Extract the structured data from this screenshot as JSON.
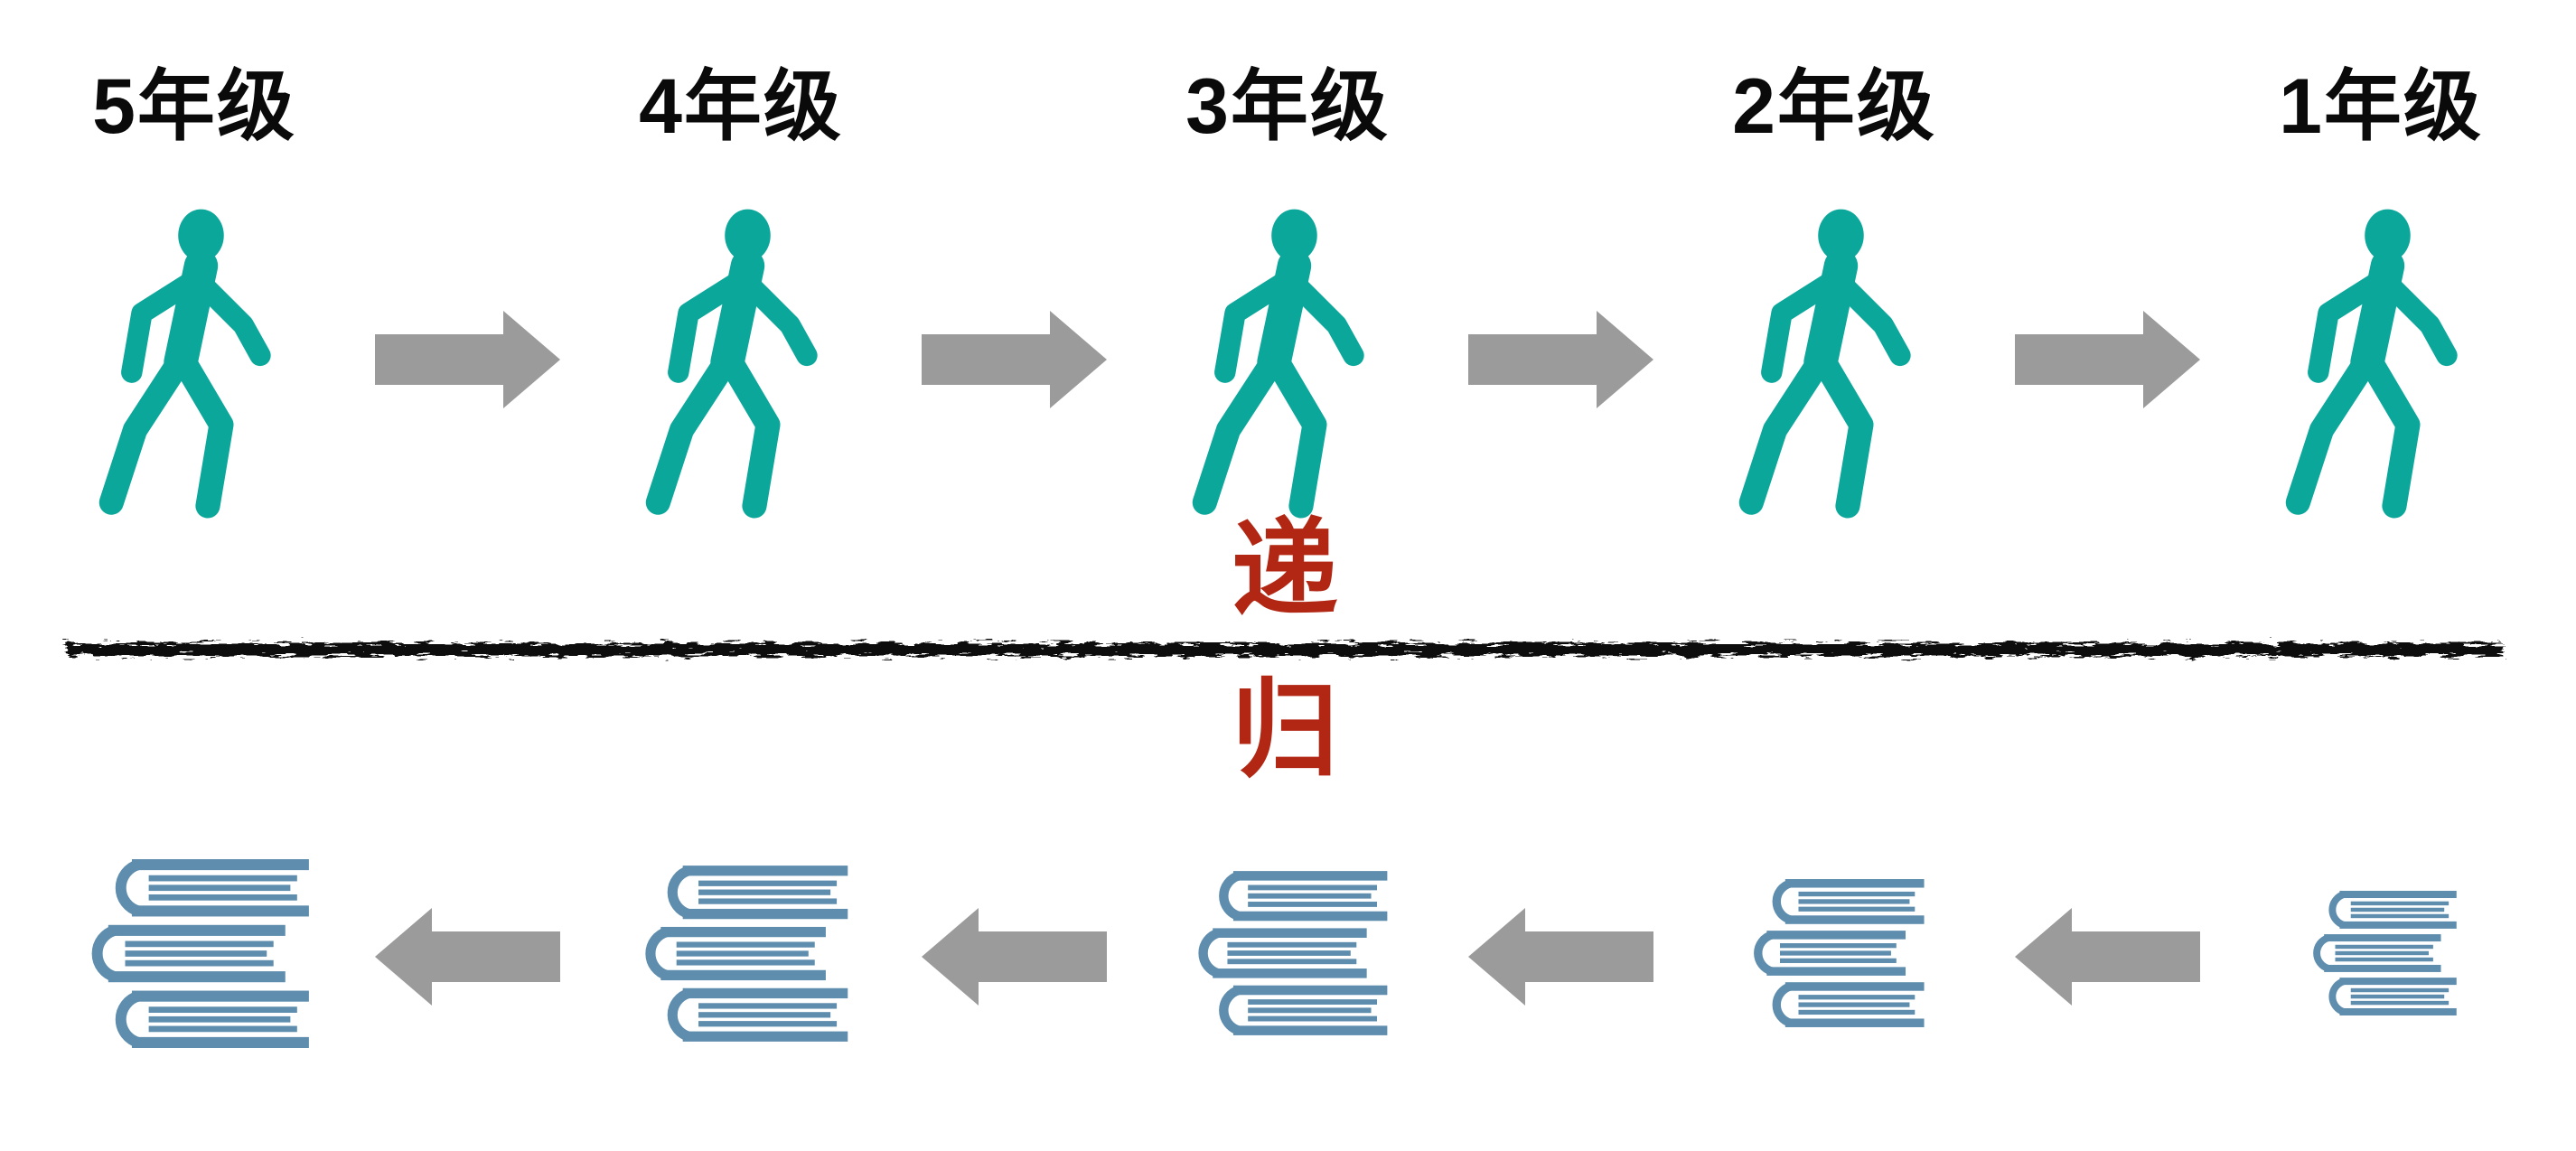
{
  "diagram": {
    "top_row": {
      "arrow_direction": "right",
      "items": [
        {
          "label": "5年级"
        },
        {
          "label": "4年级"
        },
        {
          "label": "3年级"
        },
        {
          "label": "2年级"
        },
        {
          "label": "1年级"
        }
      ]
    },
    "divider": {
      "above_label": "递",
      "below_label": "归"
    },
    "bottom_row": {
      "arrow_direction": "left",
      "stacks": [
        {
          "books": 3,
          "size_rank": 1
        },
        {
          "books": 3,
          "size_rank": 2
        },
        {
          "books": 3,
          "size_rank": 3
        },
        {
          "books": 3,
          "size_rank": 4
        },
        {
          "books": 3,
          "size_rank": 5
        }
      ]
    },
    "colors": {
      "person_teal": "#0ba79b",
      "arrow_gray": "#9b9b9b",
      "book_blue": "#5e8dae",
      "annotation_red": "#b22713",
      "divider_black": "#0d0d0d",
      "label_black": "#0a0a0a"
    }
  }
}
